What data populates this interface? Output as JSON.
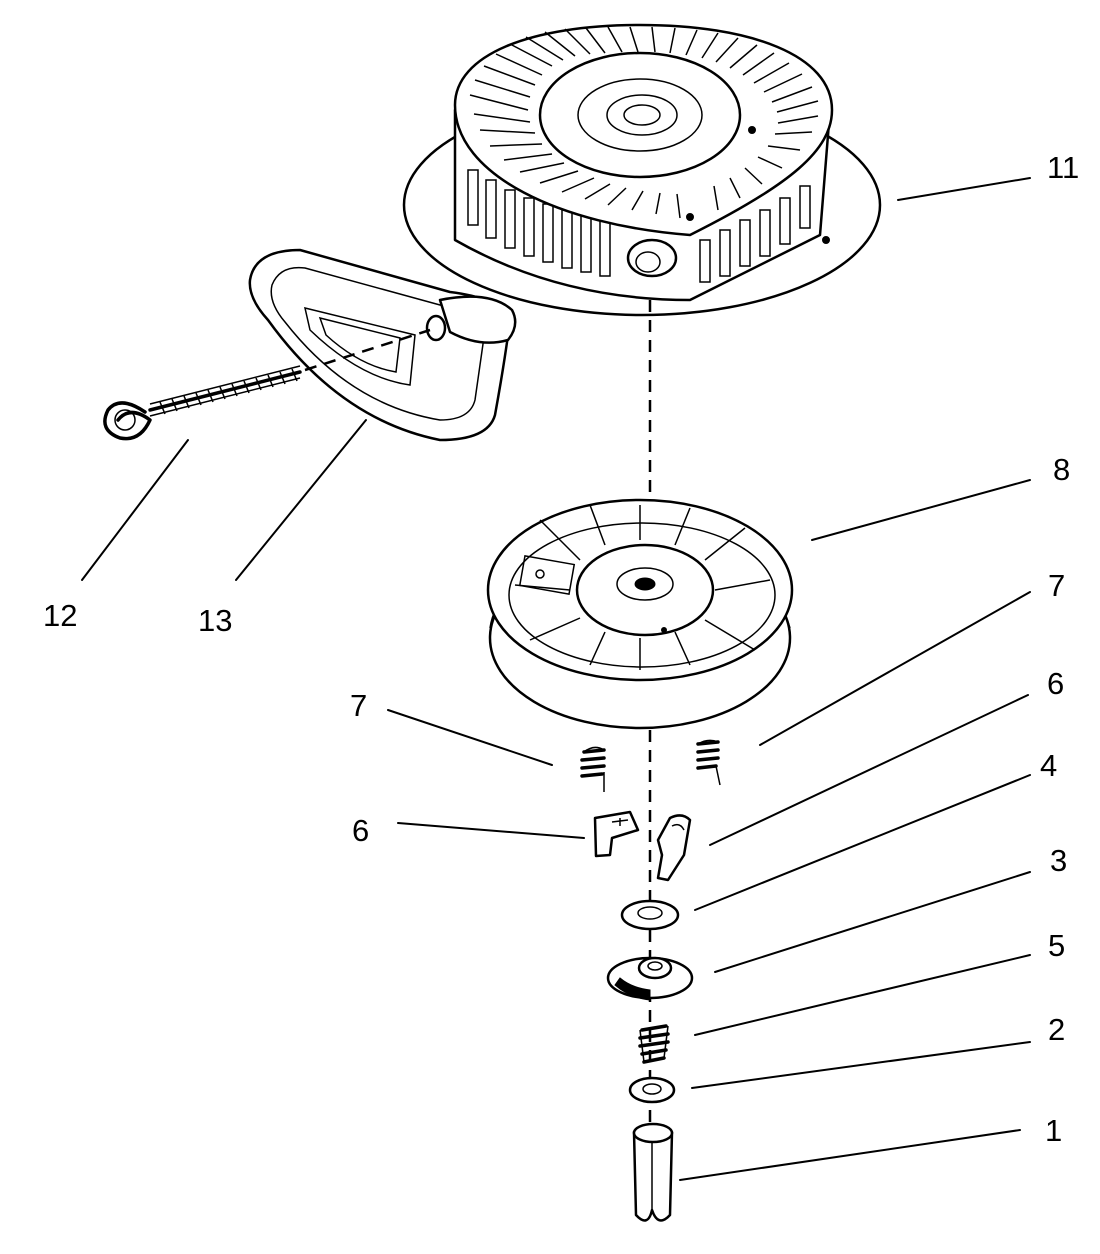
{
  "diagram": {
    "callouts": [
      {
        "id": "11",
        "text": "11"
      },
      {
        "id": "8",
        "text": "8"
      },
      {
        "id": "12",
        "text": "12"
      },
      {
        "id": "13",
        "text": "13"
      },
      {
        "id": "7a",
        "text": "7"
      },
      {
        "id": "7b",
        "text": "7"
      },
      {
        "id": "6a",
        "text": "6"
      },
      {
        "id": "6b",
        "text": "6"
      },
      {
        "id": "4",
        "text": "4"
      },
      {
        "id": "3",
        "text": "3"
      },
      {
        "id": "5",
        "text": "5"
      },
      {
        "id": "2",
        "text": "2"
      },
      {
        "id": "1",
        "text": "1"
      }
    ]
  }
}
